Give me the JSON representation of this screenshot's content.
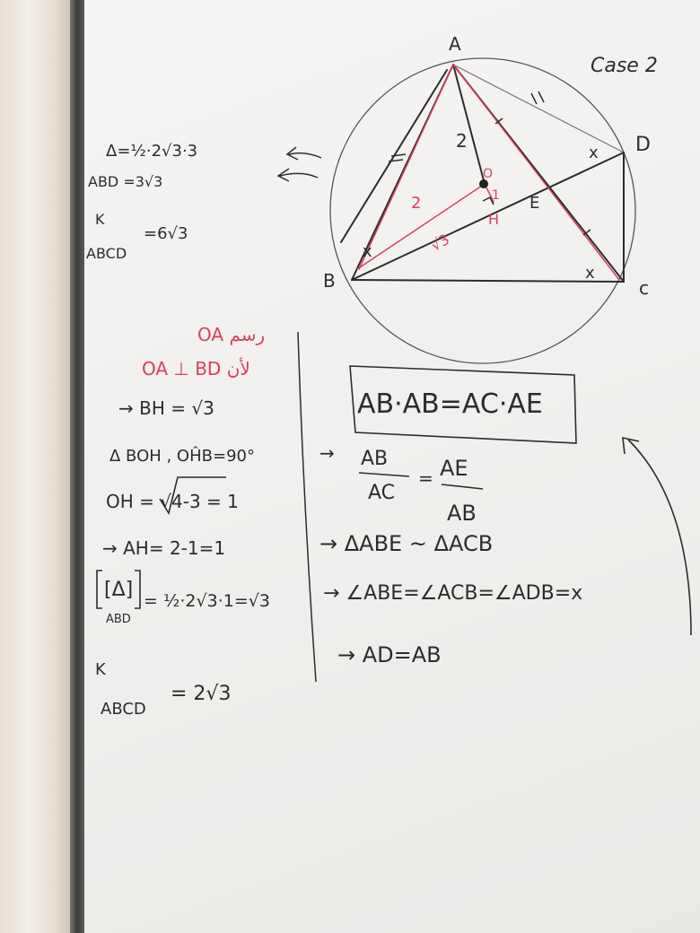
{
  "board": {
    "case_label": "Case 2",
    "diagram": {
      "points": {
        "A": "A",
        "B": "B",
        "C": "c",
        "D": "D",
        "E": "E",
        "O": "O",
        "H": "H"
      },
      "labels": {
        "ao": "2",
        "ob": "2",
        "bh": "√3",
        "x_d": "x",
        "x_b": "x",
        "x_c": "x",
        "oh": "1"
      }
    },
    "left_notes": [
      "Δ=½·2√3·3",
      "ABD =3√3",
      "K",
      "ABCD",
      "=6√3"
    ],
    "red_notes": [
      "OA رسم",
      "OA ⊥ BD لأن"
    ],
    "proof": [
      "→ BH = √3",
      "Δ BOH , OĤB=90°",
      "OH = √4-3  = 1",
      "→ AH= 2-1=1",
      "[Δ]",
      "ABD",
      "= ½·2√3·1=√3",
      "K",
      "ABCD",
      "= 2√3"
    ],
    "right_work": [
      "AB·AB=AC·AE",
      "→",
      "AB",
      "AC",
      "=",
      "AE",
      "AB",
      "→ ΔABE ~ ΔACB",
      "→ ∠ABE=∠ACB=∠ADB=x",
      "→ AD=AB"
    ]
  }
}
